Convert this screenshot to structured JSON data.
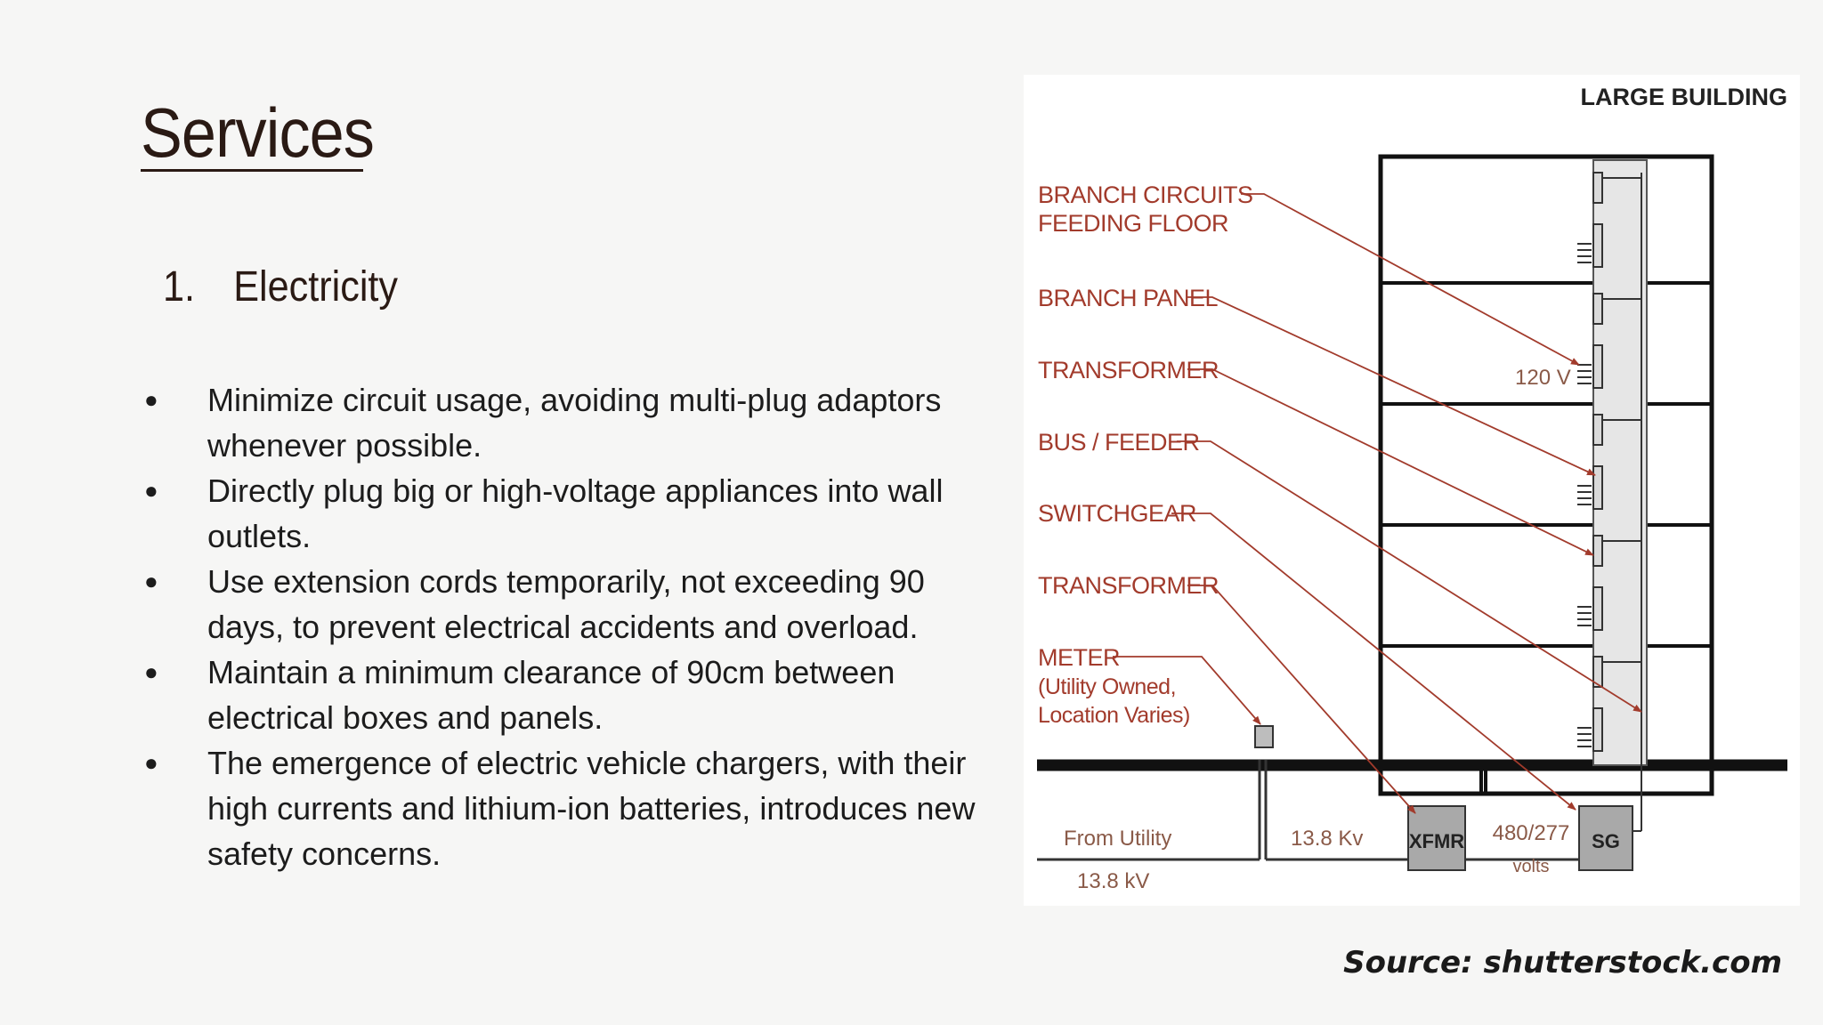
{
  "slide": {
    "title": "Services",
    "section_number": "1.",
    "section_title": "Electricity",
    "bullets": [
      "Minimize circuit usage, avoiding multi-plug adaptors whenever possible.",
      "Directly plug big or high-voltage appliances into wall outlets.",
      "Use extension cords temporarily, not exceeding 90 days, to prevent electrical accidents and overload.",
      "Maintain a minimum clearance of 90cm between electrical boxes and panels.",
      "The emergence of electric vehicle chargers, with their high currents and lithium-ion batteries, introduces new safety concerns."
    ],
    "source": "Source: shutterstock.com"
  },
  "diagram": {
    "heading": "LARGE BUILDING",
    "labels": {
      "branch_circuits_line1": "BRANCH CIRCUITS",
      "branch_circuits_line2": "FEEDING FLOOR",
      "branch_panel": "BRANCH PANEL",
      "transformer_upper": "TRANSFORMER",
      "bus_feeder": "BUS / FEEDER",
      "switchgear": "SWITCHGEAR",
      "transformer_lower": "TRANSFORMER",
      "meter_line1": "METER",
      "meter_line2": "(Utility Owned,",
      "meter_line3": "Location Varies)"
    },
    "voltage_120": "120 V",
    "from_utility": "From Utility",
    "utility_kv": "13.8 kV",
    "feed_kv": "13.8 Kv",
    "xfmr": "XFMR",
    "volts_value": "480/277",
    "volts_unit": "volts",
    "sg": "SG",
    "colors": {
      "label_red": "#a23b2c",
      "line_dark": "#111111",
      "box_gray": "#a9a9a9"
    }
  }
}
